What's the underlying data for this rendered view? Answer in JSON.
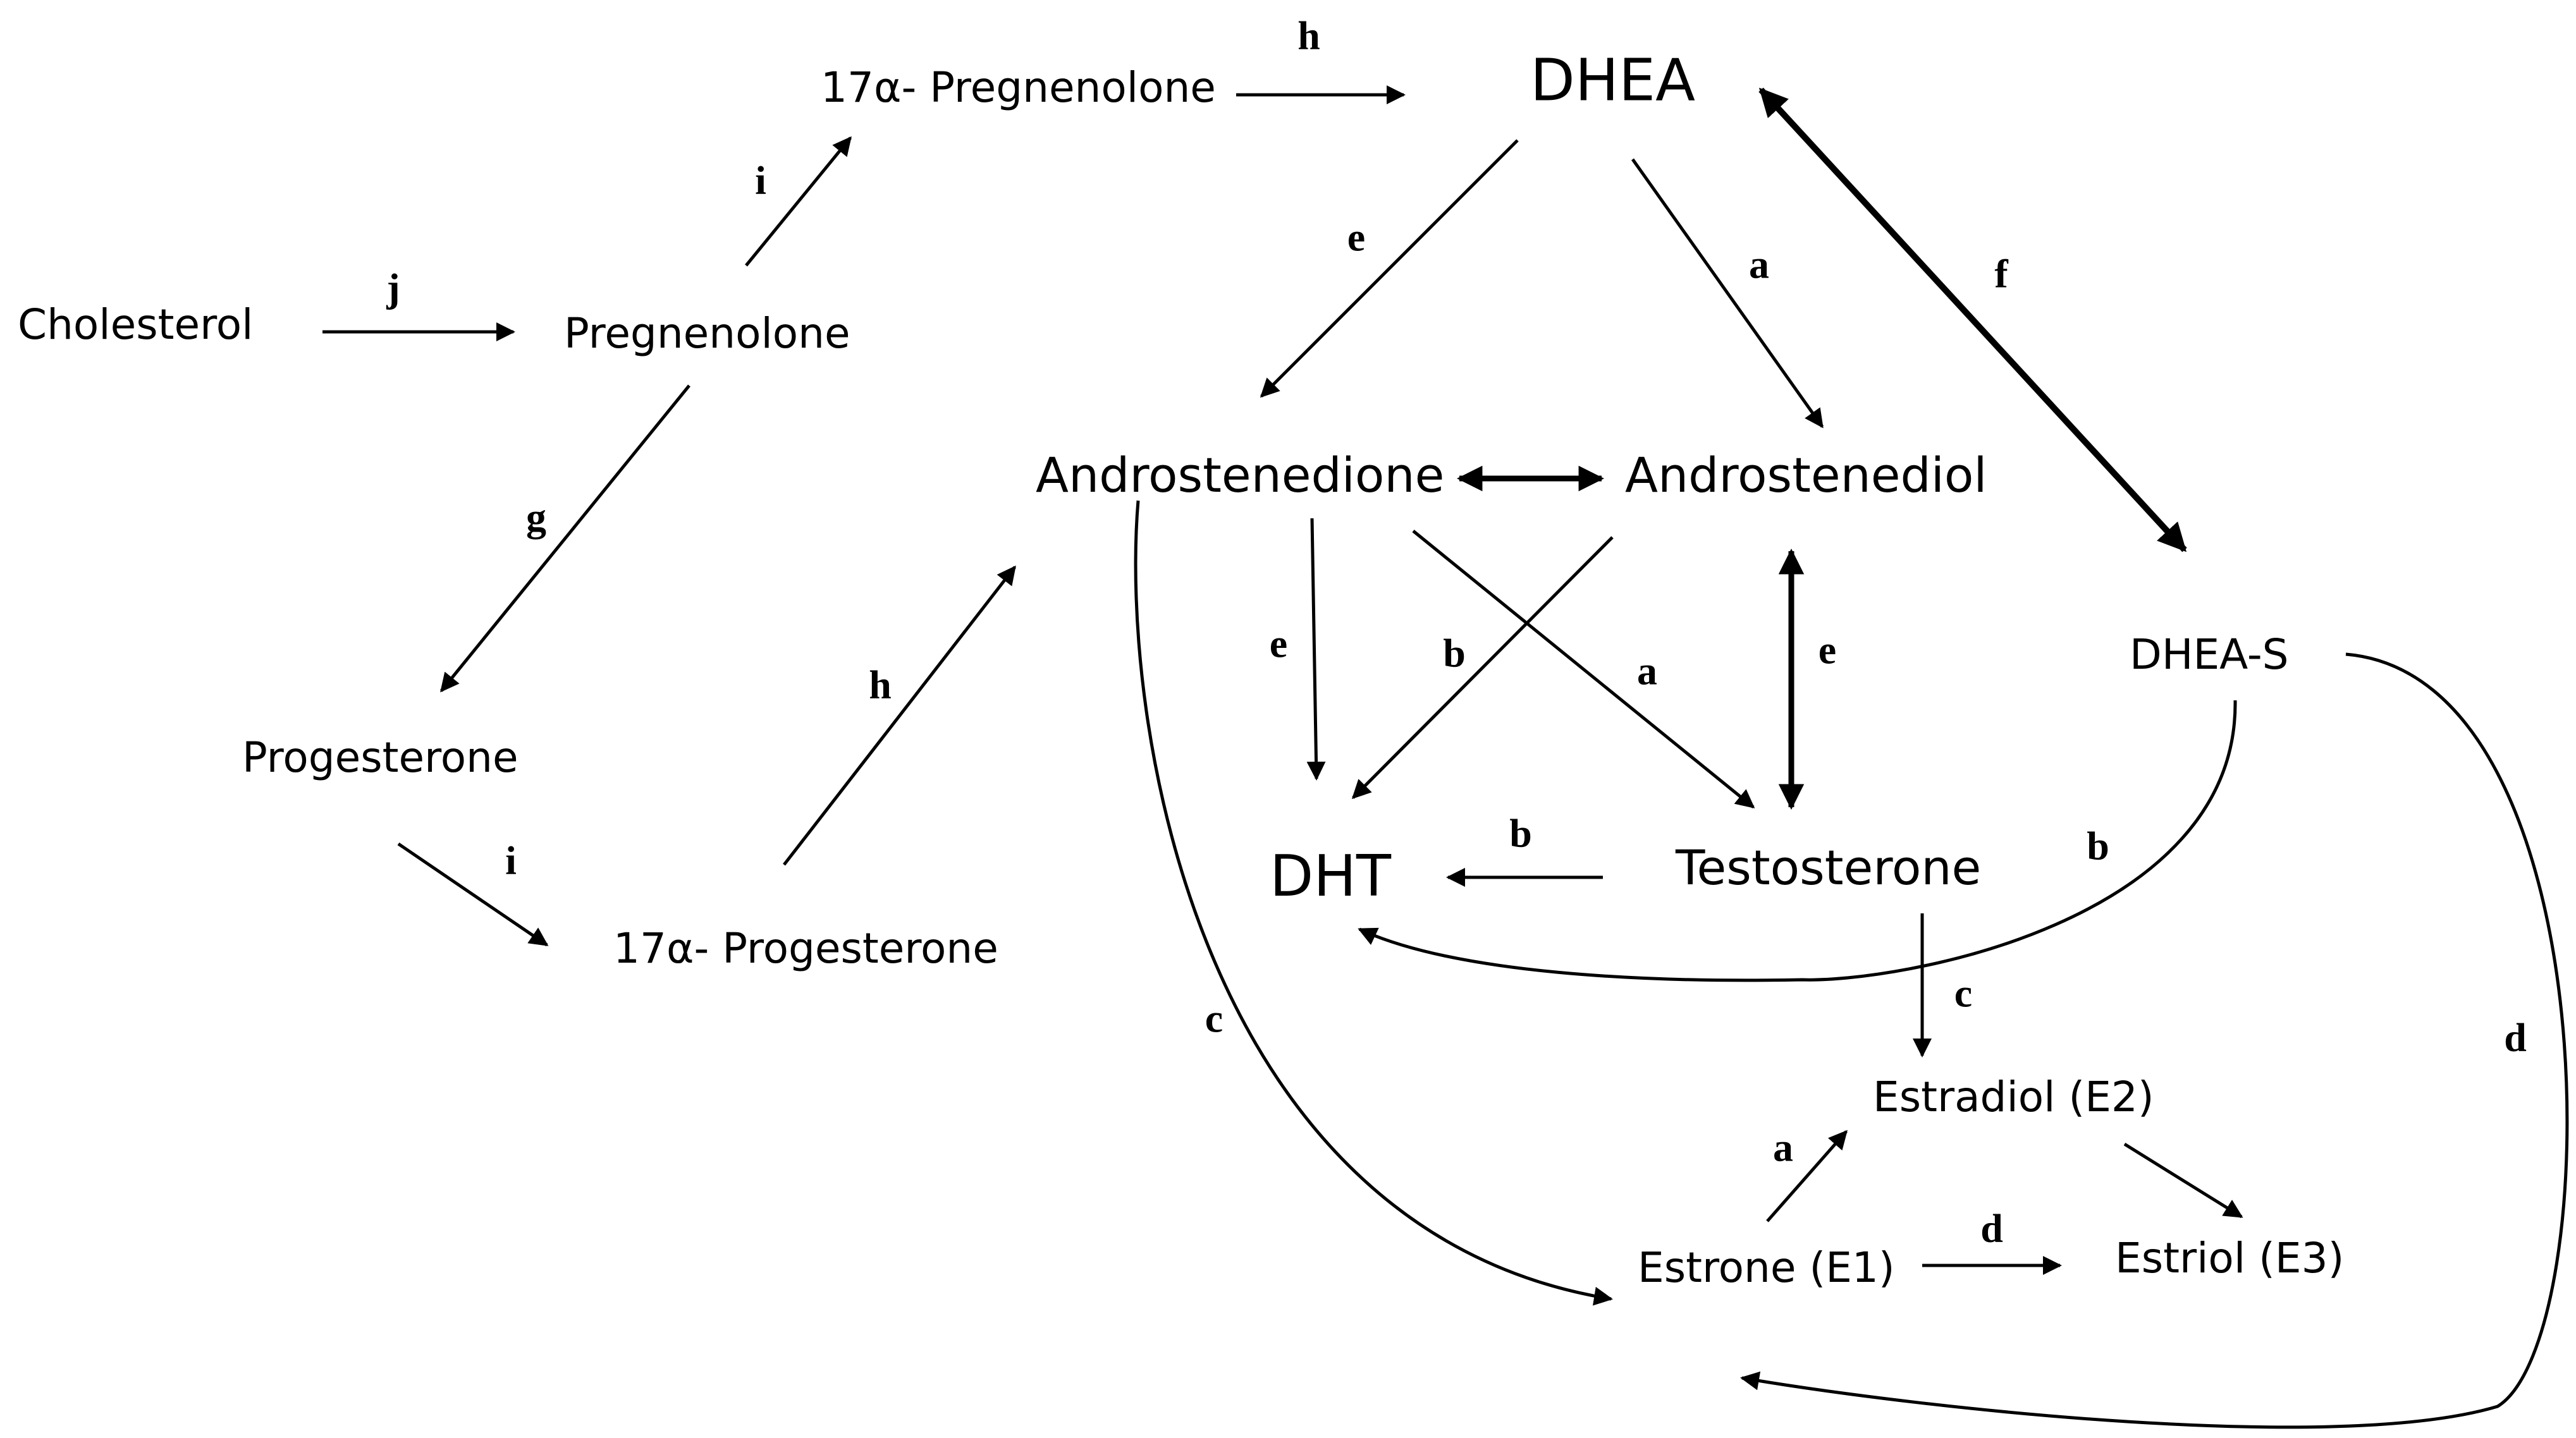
{
  "nodes": {
    "cholesterol": "Cholesterol",
    "pregnenolone": "Pregnenolone",
    "pregnenolone_17a": "17α- Pregnenolone",
    "dhea": "DHEA",
    "progesterone": "Progesterone",
    "progesterone_17a": "17α- Progesterone",
    "androstenedione": "Androstenedione",
    "androstenediol": "Androstenediol",
    "dhea_s": "DHEA-S",
    "dht": "DHT",
    "testosterone": "Testosterone",
    "estradiol": "Estradiol (E2)",
    "estrone": "Estrone (E1)",
    "estriol": "Estriol (E3)"
  },
  "edge_labels": {
    "cholesterol_pregnenolone": "j",
    "pregnenolone_17a_pregnenolone": "i",
    "pregnenolone_progesterone": "g",
    "pregnenolone17a_dhea": "h",
    "progesterone_17a_progesterone": "i",
    "progesterone17a_androstenedione": "h",
    "dhea_androstenedione": "e",
    "dhea_androstenediol": "a",
    "dhea_dheas": "f",
    "androstenedione_dht": "e",
    "androstenediol_dht": "b",
    "androstenedione_testosterone": "a",
    "androstenediol_testosterone": "e",
    "testosterone_dht": "b",
    "dheas_dht": "b",
    "androstenedione_estrone": "c",
    "testosterone_estradiol": "c",
    "dheas_estrone": "d",
    "estrone_estradiol": "a",
    "estrone_estriol": "d"
  }
}
